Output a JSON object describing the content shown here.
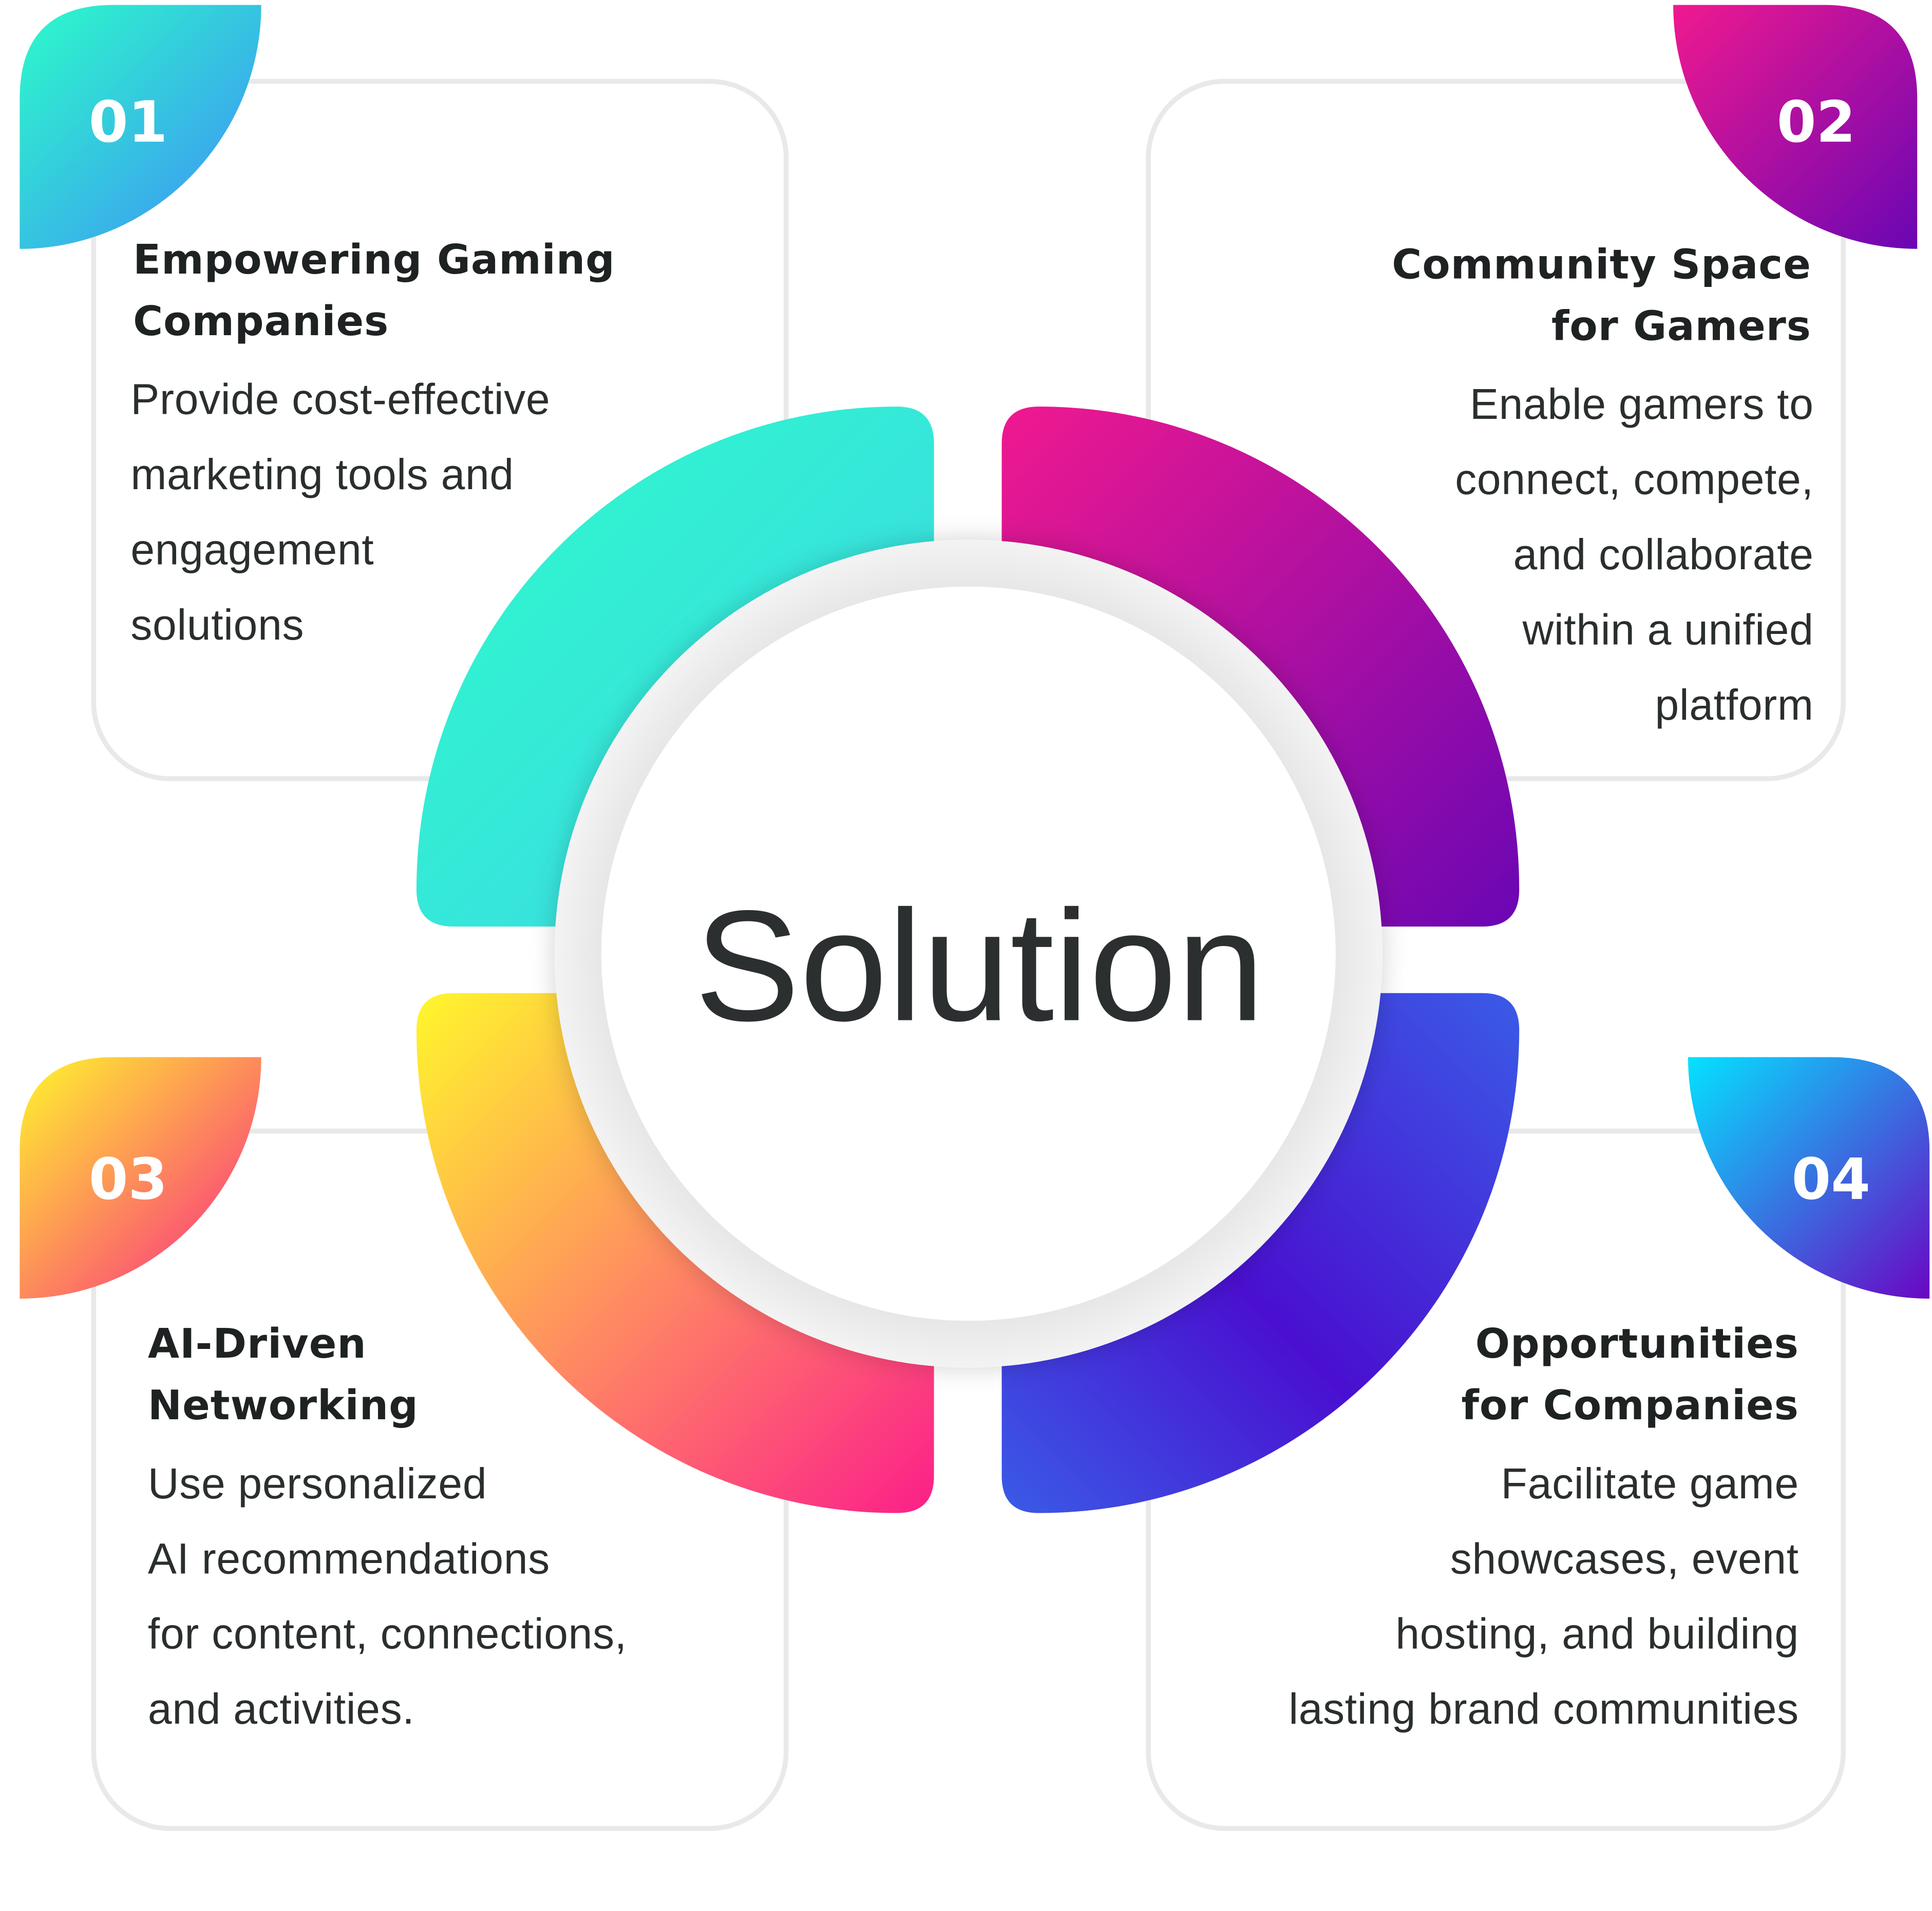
{
  "center": {
    "label": "Solution"
  },
  "colors": {
    "card_border": "#e9e9e9",
    "ring_inner": "#ececec",
    "text_dark": "#1e2222",
    "teal": [
      "#2cfcc9",
      "#3fd4e8"
    ],
    "magenta_purple": [
      "#f0198f",
      "#6a06b4"
    ],
    "yellow_pink": [
      "#fff72c",
      "#fb1f8a"
    ],
    "blue_indigo": [
      "#3a5be6",
      "#5700c6"
    ]
  },
  "cards": [
    {
      "number": "01",
      "title_lines": [
        "Empowering Gaming",
        "Companies"
      ],
      "desc_lines": [
        "Provide cost-effective",
        "marketing tools and",
        "engagement",
        "solutions"
      ],
      "gradient": "teal"
    },
    {
      "number": "02",
      "title_lines": [
        "Community Space",
        "for Gamers"
      ],
      "desc_lines": [
        "Enable gamers to",
        "connect, compete,",
        "and collaborate",
        "within a unified",
        "platform"
      ],
      "gradient": "magenta_purple"
    },
    {
      "number": "03",
      "title_lines": [
        "AI-Driven",
        "Networking"
      ],
      "desc_lines": [
        "Use personalized",
        "AI recommendations",
        "for content, connections,",
        "and activities."
      ],
      "gradient": "yellow_pink"
    },
    {
      "number": "04",
      "title_lines": [
        "Opportunities",
        "for Companies"
      ],
      "desc_lines": [
        "Facilitate game",
        "showcases, event",
        "hosting, and building",
        "lasting brand communities"
      ],
      "gradient": "blue_indigo"
    }
  ]
}
